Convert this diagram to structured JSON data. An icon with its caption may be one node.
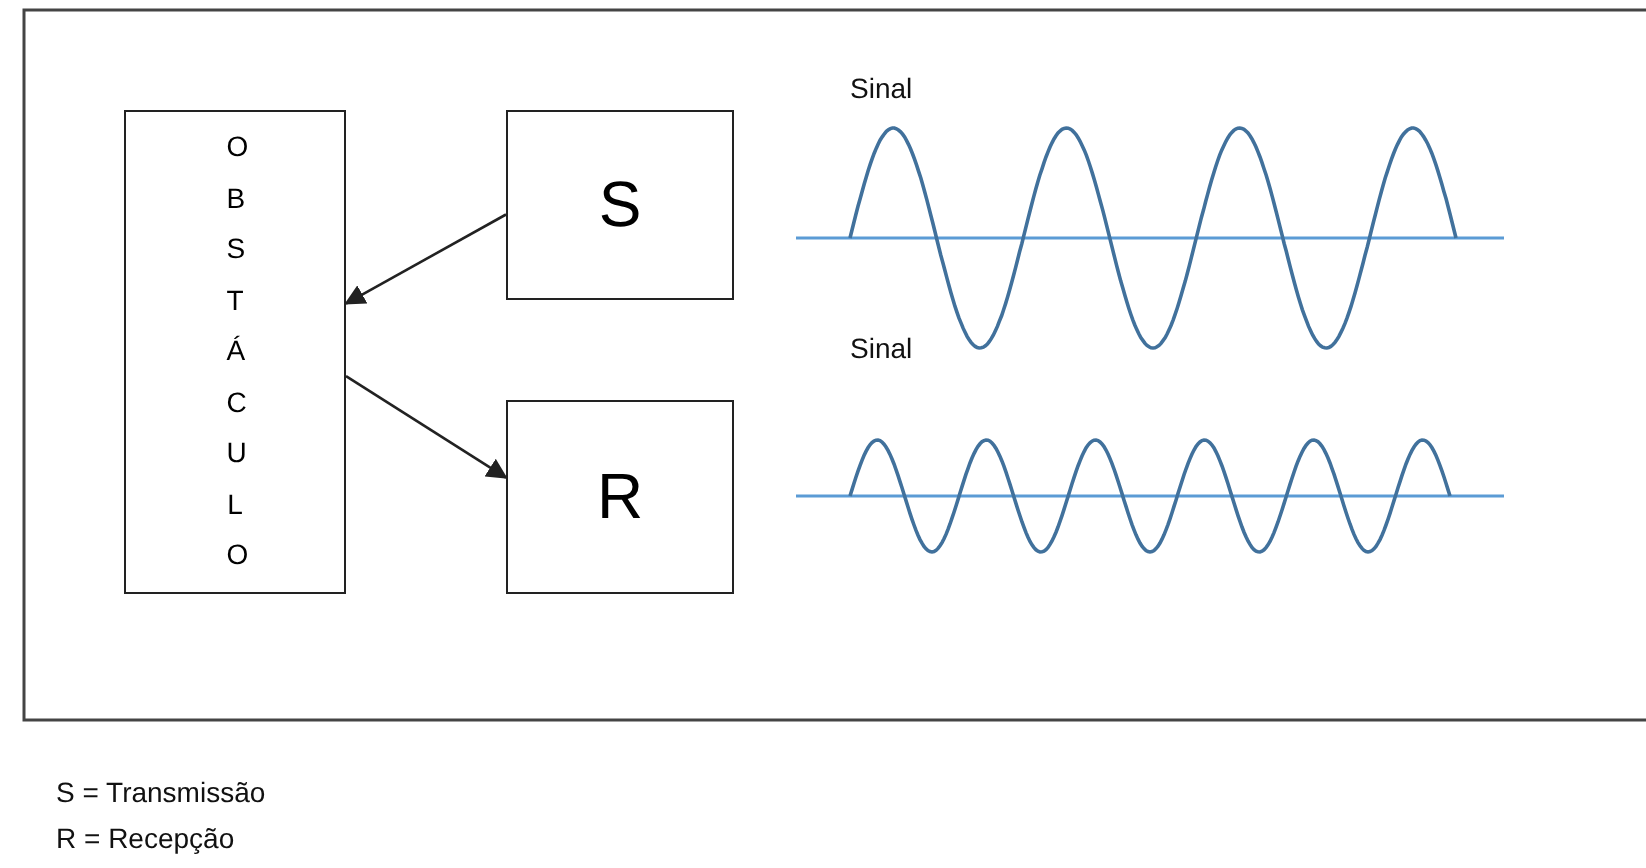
{
  "diagram": {
    "nodes": [
      {
        "text": [
          "OBSTÁCULO"
        ]
      },
      {
        "text": [
          "S"
        ]
      },
      {
        "text": [
          "R"
        ]
      }
    ],
    "edges": [
      {
        "from": 1,
        "to": 0,
        "arrow": "to"
      },
      {
        "from": 0,
        "to": 2,
        "arrow": "to"
      }
    ],
    "labels": [
      "Sinal",
      "Sinal",
      "S = Transmissão",
      "R = Recepção"
    ]
  }
}
